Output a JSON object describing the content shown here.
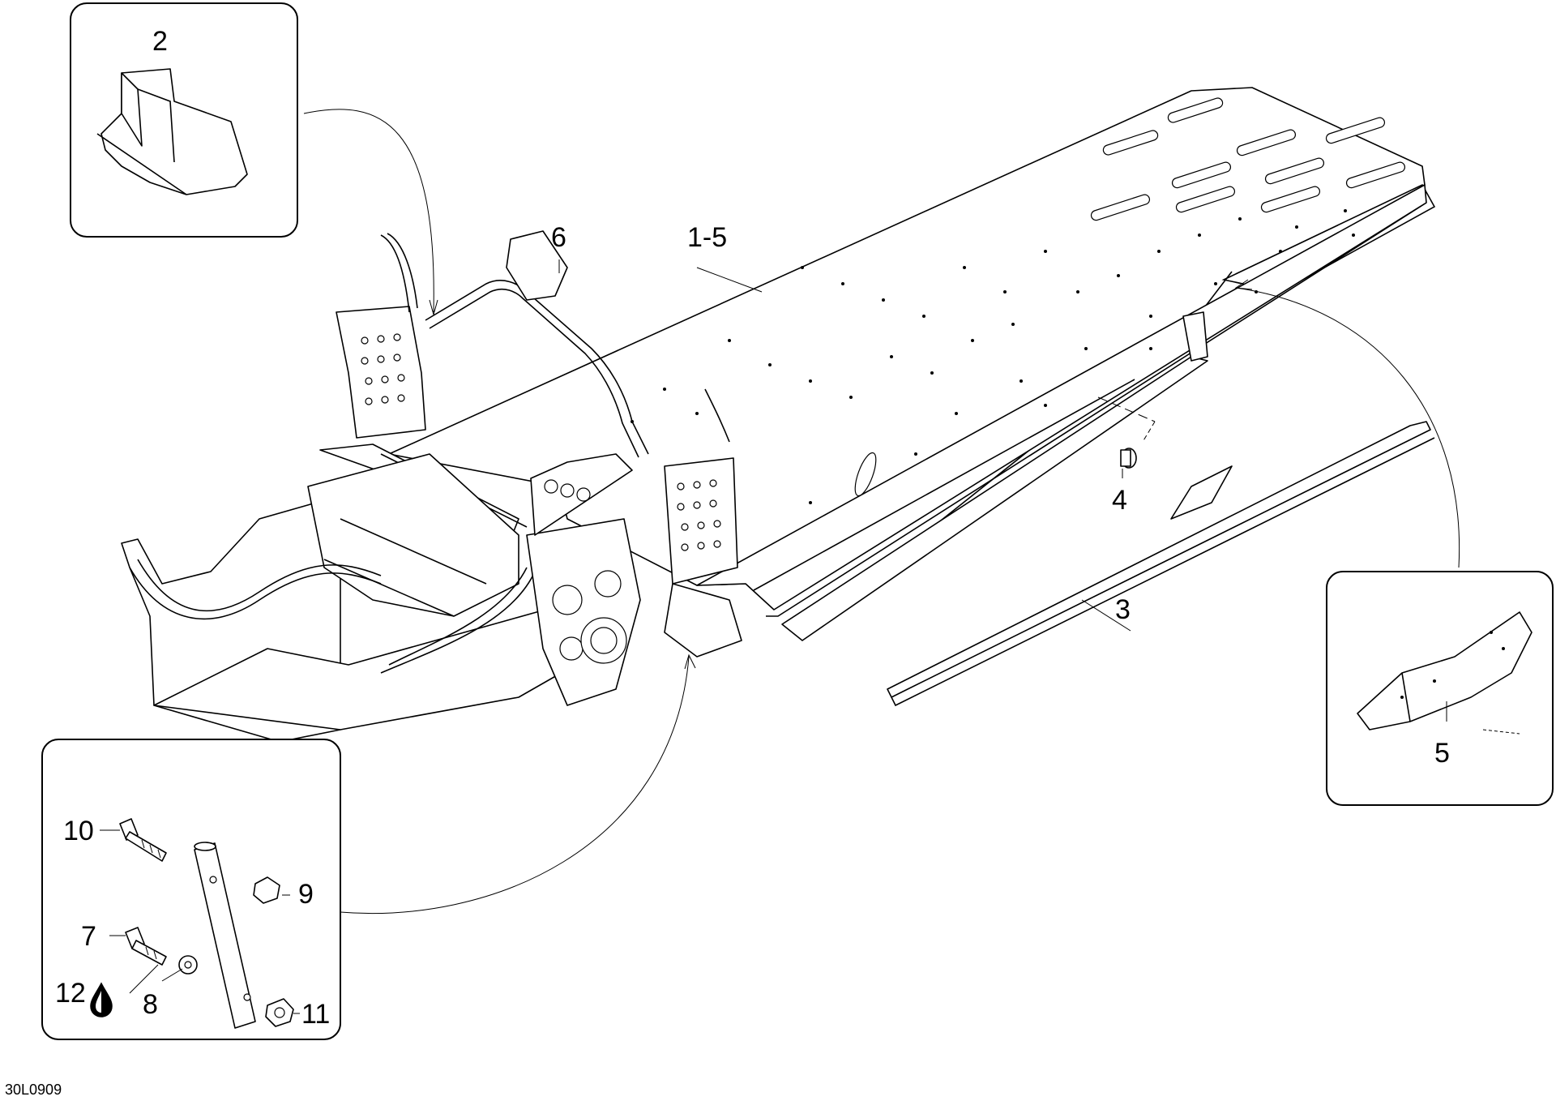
{
  "diagram": {
    "callouts": {
      "frame_assembly": "1-5",
      "part_2": "2",
      "part_3": "3",
      "part_4": "4",
      "part_5": "5",
      "part_6": "6",
      "part_7": "7",
      "part_8": "8",
      "part_9": "9",
      "part_10": "10",
      "part_11": "11",
      "part_12": "12"
    },
    "figure_code": "30L0909",
    "icons": {
      "part_12_symbol": "oil-drop-icon"
    }
  }
}
